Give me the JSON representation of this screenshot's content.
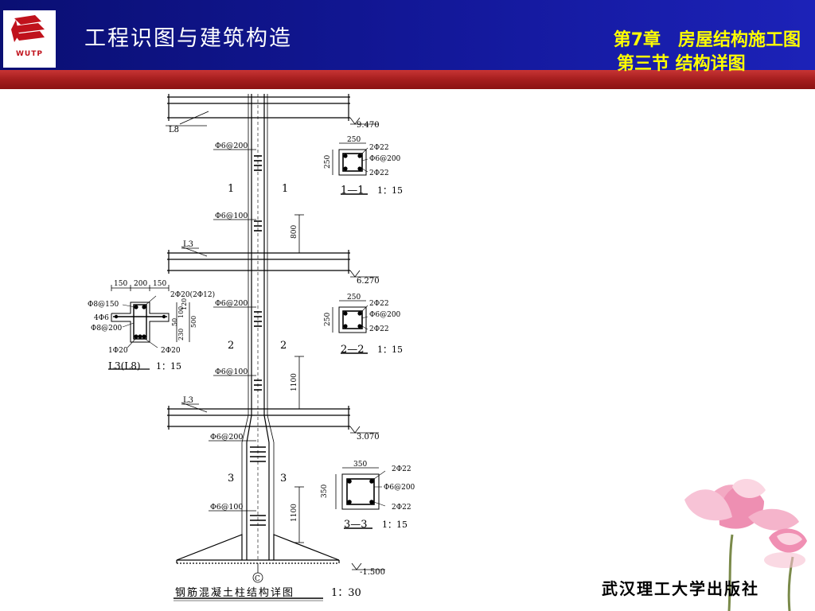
{
  "header": {
    "logo_text": "WUTP",
    "course_title": "工程识图与建筑构造",
    "chapter": "第7章　房屋结构施工图",
    "section": "第三节  结构详图"
  },
  "drawing": {
    "beam_l8": "L8",
    "beam_l3_upper": "L3",
    "beam_l3_lower": "L3",
    "elev_top": "9.470",
    "elev_mid": "6.270",
    "elev_low": "3.070",
    "elev_base": "-1.500",
    "stirrup_1": "Φ6@200",
    "stirrup_2": "Φ6@100",
    "stirrup_3": "Φ6@200",
    "stirrup_4": "Φ6@100",
    "stirrup_5": "Φ6@200",
    "stirrup_6": "Φ6@100",
    "dim_800": "800",
    "dim_1100_a": "1100",
    "dim_1100_b": "1100",
    "cut_1": "1",
    "cut_2": "2",
    "cut_3": "3",
    "axis": "C",
    "title": "钢筋混凝土柱结构详图",
    "title_scale": "1：30"
  },
  "sections": {
    "s1": {
      "width": "250",
      "height": "250",
      "bar_top": "2Φ22",
      "stirrup": "Φ6@200",
      "bar_bottom": "2Φ22",
      "label": "1—1",
      "scale": "1：15"
    },
    "s2": {
      "width": "250",
      "height": "250",
      "bar_top": "2Φ22",
      "stirrup": "Φ6@200",
      "bar_bottom": "2Φ22",
      "label": "2—2",
      "scale": "1：15"
    },
    "s3": {
      "width": "350",
      "height": "350",
      "bar_top": "2Φ22",
      "stirrup": "Φ6@200",
      "bar_bottom": "2Φ22",
      "label": "3—3",
      "scale": "1：15"
    }
  },
  "beam_section": {
    "dim_left": "150",
    "dim_center": "200",
    "dim_right": "150",
    "top_bars": "2Φ20(2Φ12)",
    "stirrup_a": "Φ8@150",
    "side_bars": "4Φ6",
    "stirrup_b": "Φ8@200",
    "dim_50": "50",
    "dim_100": "100",
    "dim_120": "120",
    "dim_230": "230",
    "dim_500": "500",
    "bottom_left": "1Φ20",
    "bottom_right": "2Φ20",
    "label": "L3(L8)",
    "scale": "1：15"
  },
  "footer": {
    "publisher": "武汉理工大学出版社"
  },
  "colors": {
    "header_blue": "#13189a",
    "band_red": "#a51e1e",
    "title_yellow": "#ffff00",
    "logo_red": "#c0121c"
  }
}
